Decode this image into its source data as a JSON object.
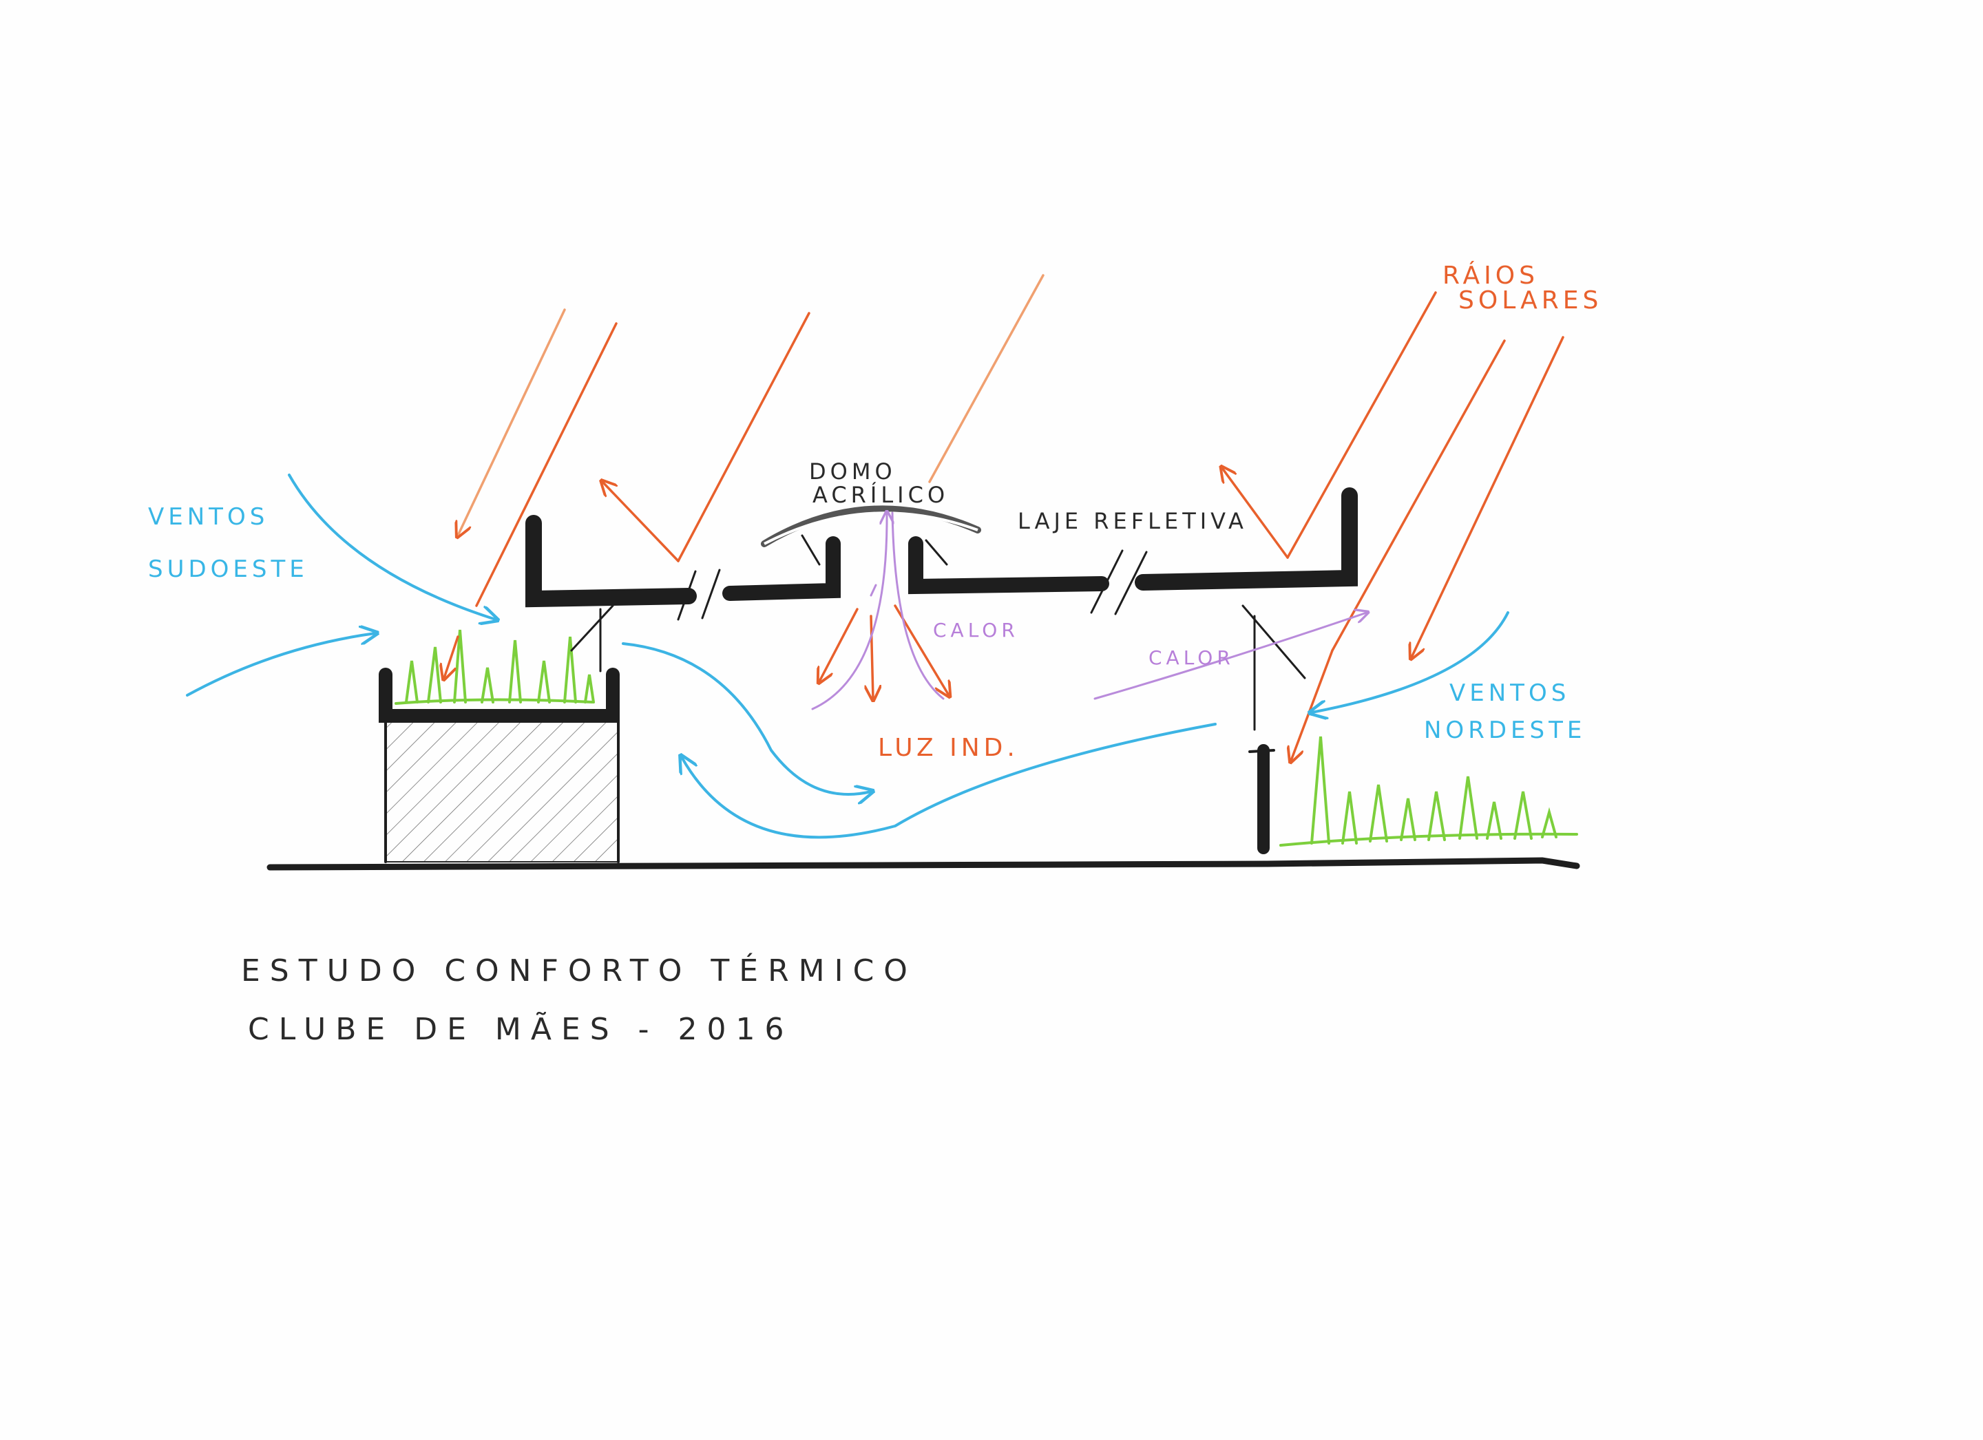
{
  "labels": {
    "ventos_sudoeste_1": "VENTOS",
    "ventos_sudoeste_2": "SUDOESTE",
    "ventos_nordeste_1": "VENTOS",
    "ventos_nordeste_2": "NORDESTE",
    "raios_solares_1": "RÁIOS",
    "raios_solares_2": "SOLARES",
    "domo_1": "DOMO",
    "domo_2": "ACRÍLICO",
    "laje": "LAJE REFLETIVA",
    "calor_center": "CALOR",
    "calor_right": "CALOR",
    "luz": "LUZ IND."
  },
  "title": {
    "line1": "ESTUDO CONFORTO TÉRMICO",
    "line2": "CLUBE DE MÃES - 2016"
  },
  "colors": {
    "sun": "#e8602c",
    "wind": "#3cb4e4",
    "heat": "#b98bdb",
    "grass": "#7ccf3c",
    "ink": "#1e1e1e"
  }
}
